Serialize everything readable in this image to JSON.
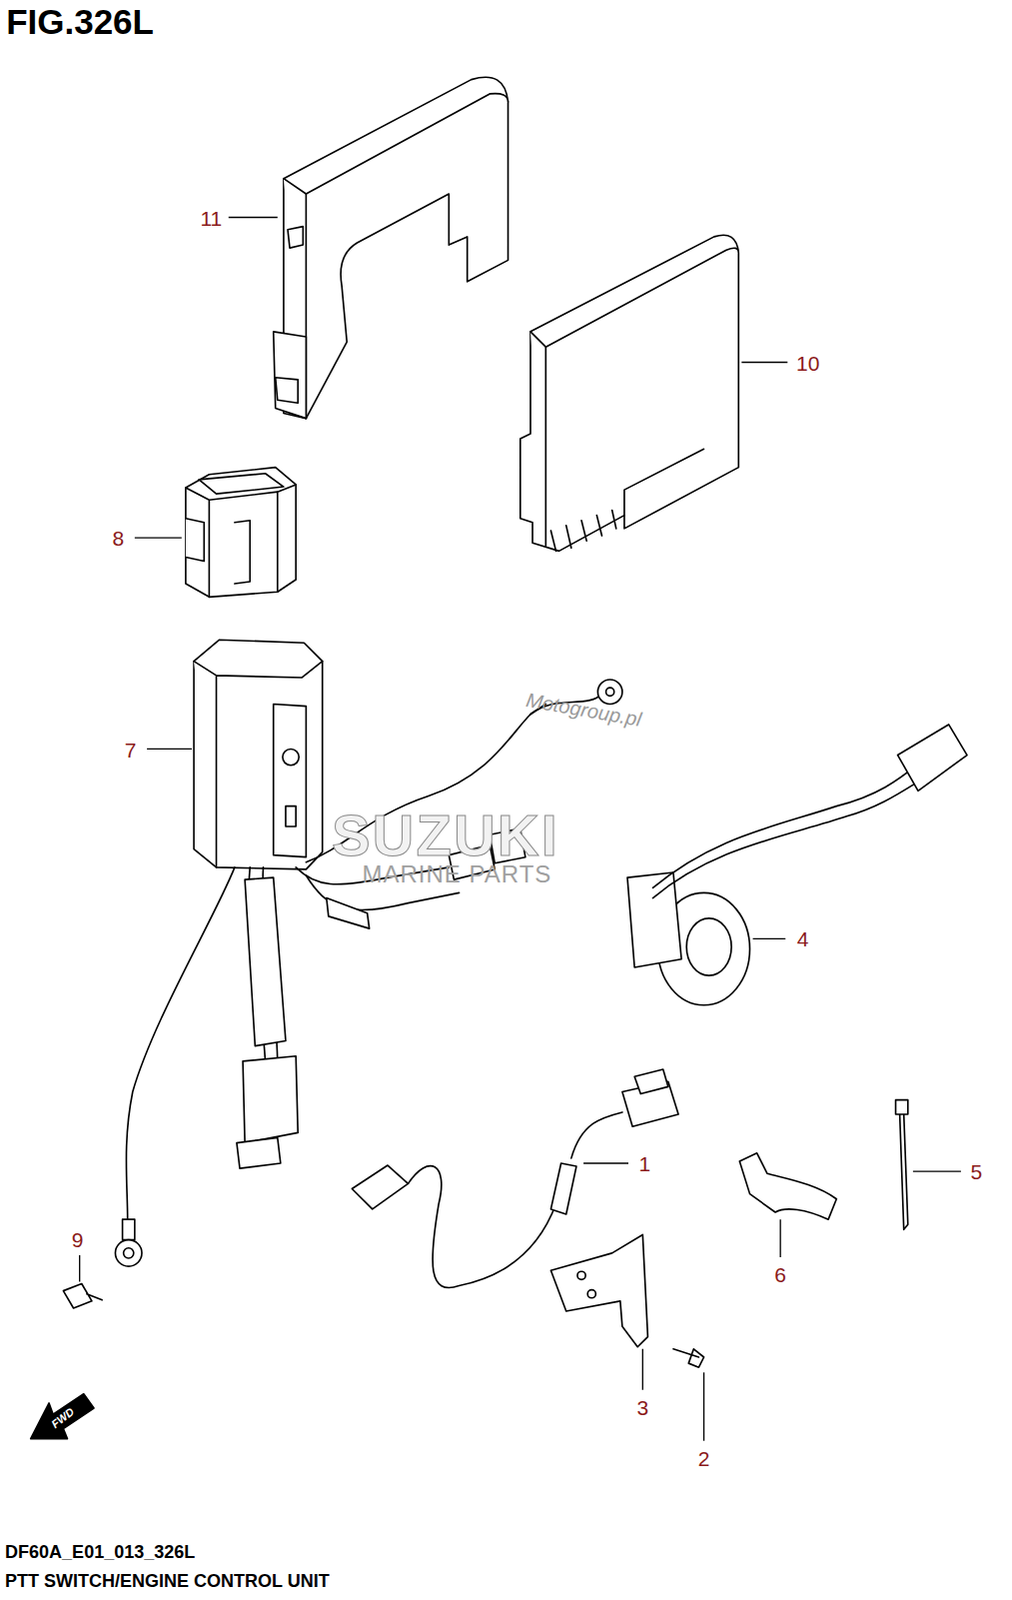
{
  "diagram": {
    "title": "FIG.326L",
    "caption": "PTT SWITCH/ENGINE CONTROL UNIT",
    "labels": [
      "11",
      "10",
      "8",
      "7",
      "4",
      "1",
      "5",
      "6",
      "9",
      "3",
      "2",
      "DF60A_E01_013_326L",
      "FWD",
      "Motogroup.pl",
      "SUZUKI",
      "MARINE PARTS"
    ]
  }
}
